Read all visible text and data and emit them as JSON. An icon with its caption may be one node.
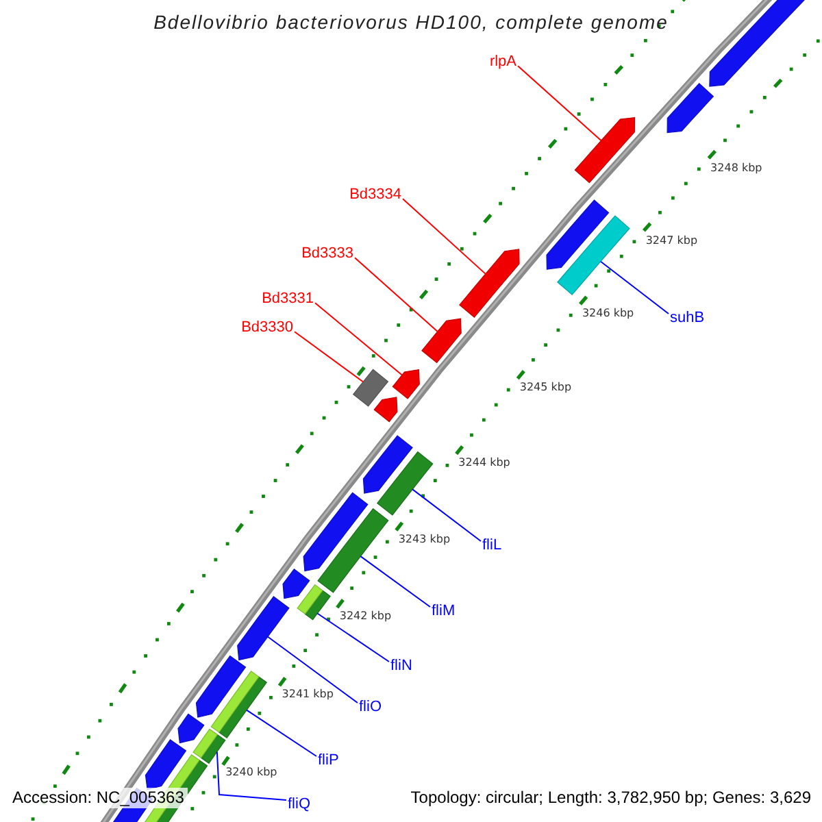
{
  "diagram": {
    "title": "Bdellovibrio bacteriovorus HD100, complete genome",
    "nodes": [
      {
        "text": [
          "rlpA"
        ]
      },
      {
        "text": [
          "Bd3334"
        ]
      },
      {
        "text": [
          "Bd3333"
        ]
      },
      {
        "text": [
          "Bd3331"
        ]
      },
      {
        "text": [
          "Bd3330"
        ]
      },
      {
        "text": [
          "suhB"
        ]
      },
      {
        "text": [
          "fliL"
        ]
      },
      {
        "text": [
          "fliM"
        ]
      },
      {
        "text": [
          "fliN"
        ]
      },
      {
        "text": [
          "fliO"
        ]
      },
      {
        "text": [
          "fliP"
        ]
      },
      {
        "text": [
          "fliQ"
        ]
      },
      {
        "text": [],
        "shape": "pentagon"
      },
      {
        "text": [],
        "shape": "pentagon"
      },
      {
        "text": [],
        "shape": "pentagon"
      },
      {
        "text": [],
        "shape": "pentagon"
      },
      {
        "text": [],
        "shape": "bar"
      },
      {
        "text": [],
        "shape": "bar"
      },
      {
        "text": [],
        "shape": "bar"
      },
      {
        "text": [],
        "shape": "bar"
      },
      {
        "text": [],
        "shape": "bar"
      },
      {
        "text": [],
        "shape": "pentagon"
      },
      {
        "text": [],
        "shape": "bar"
      },
      {
        "text": [],
        "shape": "bar"
      }
    ],
    "edges": [
      {
        "from": 0,
        "to": 12,
        "arrow": "none",
        "color": "#ff0000"
      },
      {
        "from": 1,
        "to": 13,
        "arrow": "none",
        "color": "#ff0000"
      },
      {
        "from": 2,
        "to": 14,
        "arrow": "none",
        "color": "#ff0000"
      },
      {
        "from": 3,
        "to": 15,
        "arrow": "none",
        "color": "#ff0000"
      },
      {
        "from": 4,
        "to": 16,
        "arrow": "none",
        "color": "#ff0000"
      },
      {
        "from": 5,
        "to": 17,
        "arrow": "none"
      },
      {
        "from": 6,
        "to": 18,
        "arrow": "none"
      },
      {
        "from": 7,
        "to": 19,
        "arrow": "none"
      },
      {
        "from": 8,
        "to": 20,
        "arrow": "none"
      },
      {
        "from": 9,
        "to": 21,
        "arrow": "none"
      },
      {
        "from": 10,
        "to": 22,
        "arrow": "none"
      },
      {
        "from": 11,
        "to": 23,
        "arrow": "none"
      }
    ],
    "labels": [
      "3248 kbp",
      "3247 kbp",
      "3246 kbp",
      "3245 kbp",
      "3244 kbp",
      "3243 kbp",
      "3242 kbp",
      "3241 kbp",
      "3240 kbp",
      "Accession: NC_005363",
      "Topology: circular; Length: 3,782,950 bp; Genes: 3,629"
    ]
  }
}
